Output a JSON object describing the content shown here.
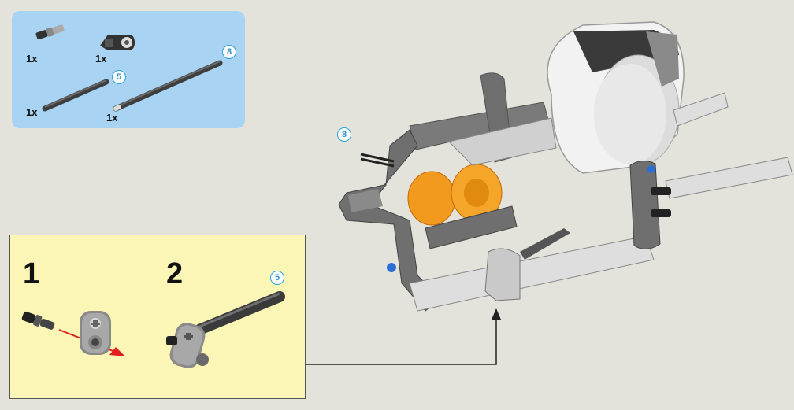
{
  "parts_list": {
    "items": [
      {
        "part": "connector-peg",
        "qty": "1x"
      },
      {
        "part": "cross-block",
        "qty": "1x"
      },
      {
        "part": "axle-5",
        "qty": "1x",
        "length": "5"
      },
      {
        "part": "axle-8",
        "qty": "1x",
        "length": "8"
      }
    ]
  },
  "substeps": [
    {
      "number": "1"
    },
    {
      "number": "2",
      "length": "5"
    }
  ],
  "main": {
    "axle_length_callout": "8"
  },
  "colors": {
    "parts_panel_bg": "#a9d3f2",
    "substep_panel_bg": "#fbf6b5",
    "beam_gray": "#6f6f6f",
    "beam_light": "#d8d8d8",
    "accent_orange": "#f29a1e",
    "badge_blue": "#2aa0d8",
    "arrow_red": "#e02020",
    "motor_white": "#f2f2f2"
  }
}
